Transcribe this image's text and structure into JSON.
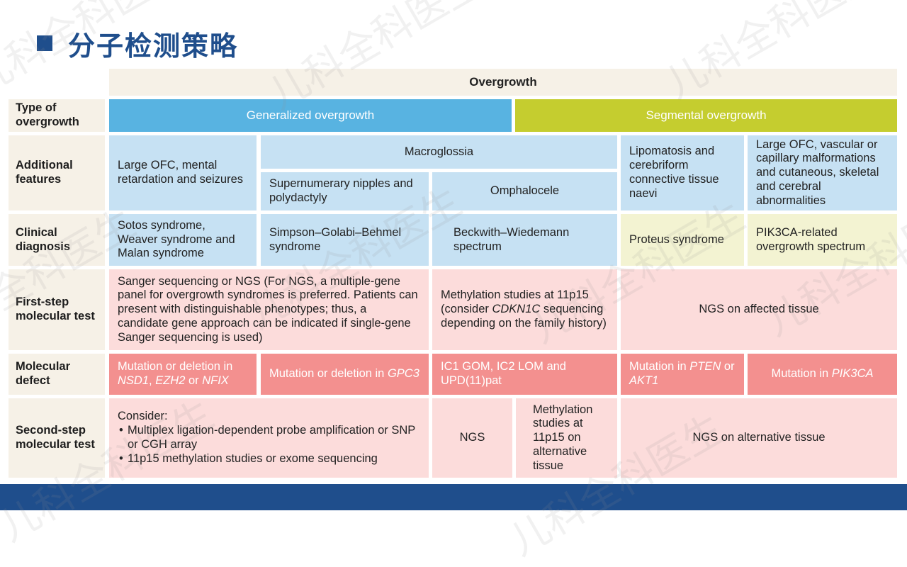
{
  "slide_title": "分子检测策略",
  "watermark": "儿科全科医生",
  "table": {
    "header": "Overgrowth",
    "row_labels": {
      "type": "Type of overgrowth",
      "features": "Additional features",
      "diagnosis": "Clinical diagnosis",
      "first_test": "First-step molecular test",
      "defect": "Molecular defect",
      "second_test": "Second-step molecular test"
    },
    "types": {
      "generalized": "Generalized overgrowth",
      "segmental": "Segmental overgrowth"
    },
    "features": {
      "sotos": "Large OFC, mental retardation and seizures",
      "macroglossia": "Macroglossia",
      "nipples": "Supernumerary nipples and polydactyly",
      "omphalocele": "Omphalocele",
      "lipomatosis": "Lipomatosis and cerebriform connective tissue naevi",
      "large_ofc": "Large OFC, vascular or capillary malformations and cutaneous, skeletal and cerebral abnormalities"
    },
    "diagnosis": {
      "sotos": "Sotos syndrome, Weaver syndrome and Malan syndrome",
      "sgb": "Simpson–Golabi–Behmel syndrome",
      "bws": "Beckwith–Wiedemann spectrum",
      "proteus": "Proteus syndrome",
      "pik3ca": "PIK3CA-related overgrowth spectrum"
    },
    "first_test": {
      "sanger": "Sanger sequencing or NGS (For NGS, a multiple-gene panel for overgrowth syndromes is preferred. Patients can present with distinguishable phenotypes; thus, a candidate gene approach can be indicated if single-gene Sanger sequencing is used)",
      "methyl_pre": "Methylation studies at 11p15 (consider ",
      "methyl_gene": "CDKN1C",
      "methyl_post": " sequencing depending on the family history)",
      "ngs_affected": "NGS on affected tissue"
    },
    "defect": {
      "nsd_pre": "Mutation or deletion in ",
      "nsd_g1": "NSD1",
      "nsd_sep1": ", ",
      "nsd_g2": "EZH2",
      "nsd_sep2": " or ",
      "nsd_g3": "NFIX",
      "gpc_pre": "Mutation or deletion in ",
      "gpc_gene": "GPC3",
      "ic": "IC1 GOM, IC2 LOM and UPD(11)pat",
      "pten_pre": "Mutation in ",
      "pten_gene": "PTEN",
      "pten_mid": " or ",
      "akt_gene": "AKT1",
      "pik_pre": "Mutation in ",
      "pik_gene": "PIK3CA"
    },
    "second_test": {
      "consider": "Consider:",
      "bullets": [
        "Multiplex ligation-dependent probe amplification or SNP or CGH array",
        "11p15 methylation studies or exome sequencing"
      ],
      "ngs": "NGS",
      "methyl_alt": "Methylation studies at 11p15 on alternative tissue",
      "ngs_alt": "NGS on alternative tissue"
    }
  }
}
